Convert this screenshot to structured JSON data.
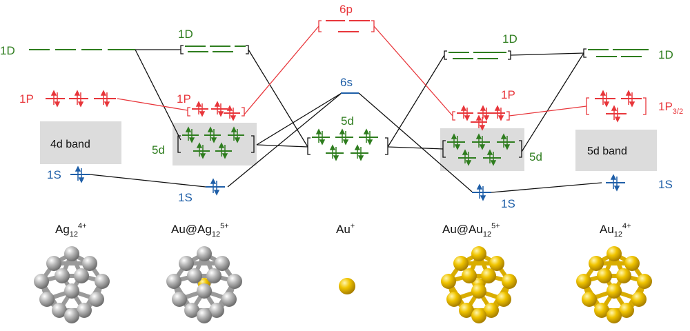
{
  "colors": {
    "green": "#2e7d1e",
    "red": "#e8363b",
    "blue": "#1f5fa8",
    "black": "#111111",
    "band": "#dcdcdc",
    "silver": "#a9a9a9",
    "gold": "#e6b800"
  },
  "labels": {
    "ag_1d": "1D",
    "ag_1p": "1P",
    "ag_1s": "1S",
    "ag_band": "4d band",
    "auag_1d": "1D",
    "auag_1p": "1P",
    "auag_5d": "5d",
    "auag_1s": "1S",
    "au_6p": "6p",
    "au_6s": "6s",
    "au_5d": "5d",
    "auau_1d": "1D",
    "auau_1p": "1P",
    "auau_5d": "5d",
    "auau_1s": "1S",
    "au12_1d": "1D",
    "au12_1p": "1P",
    "au12_1p_sub": "3/2",
    "au12_band": "5d band",
    "au12_1s": "1S"
  },
  "species": [
    {
      "base": "Ag",
      "sub": "12",
      "sup": "4+"
    },
    {
      "base": "Au@Ag",
      "sub": "12",
      "sup": "5+"
    },
    {
      "base": "Au",
      "sub": "",
      "sup": "+"
    },
    {
      "base": "Au@Au",
      "sub": "12",
      "sup": "5+"
    },
    {
      "base": "Au",
      "sub": "12",
      "sup": "4+"
    }
  ]
}
